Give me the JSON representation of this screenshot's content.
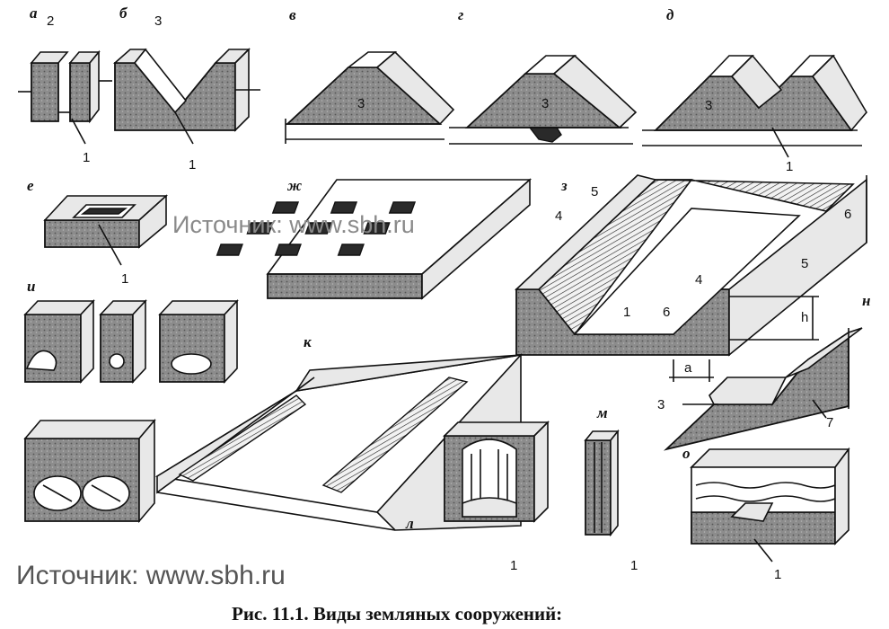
{
  "labels": {
    "a": "а",
    "b": "б",
    "v": "в",
    "g": "г",
    "d": "д",
    "e": "е",
    "zh": "ж",
    "z": "з",
    "i": "и",
    "k": "к",
    "l": "л",
    "m": "м",
    "n": "н",
    "o": "о"
  },
  "numbers": {
    "one": "1",
    "two": "2",
    "three": "3",
    "four": "4",
    "five": "5",
    "six": "6",
    "seven": "7",
    "dim_h": "h",
    "dim_a": "a"
  },
  "watermark": {
    "upper": "Источник: www.sbh.ru",
    "lower": "Источник: www.sbh.ru"
  },
  "caption": {
    "text": "Рис. 11.1. Виды земляных сооружений:"
  }
}
